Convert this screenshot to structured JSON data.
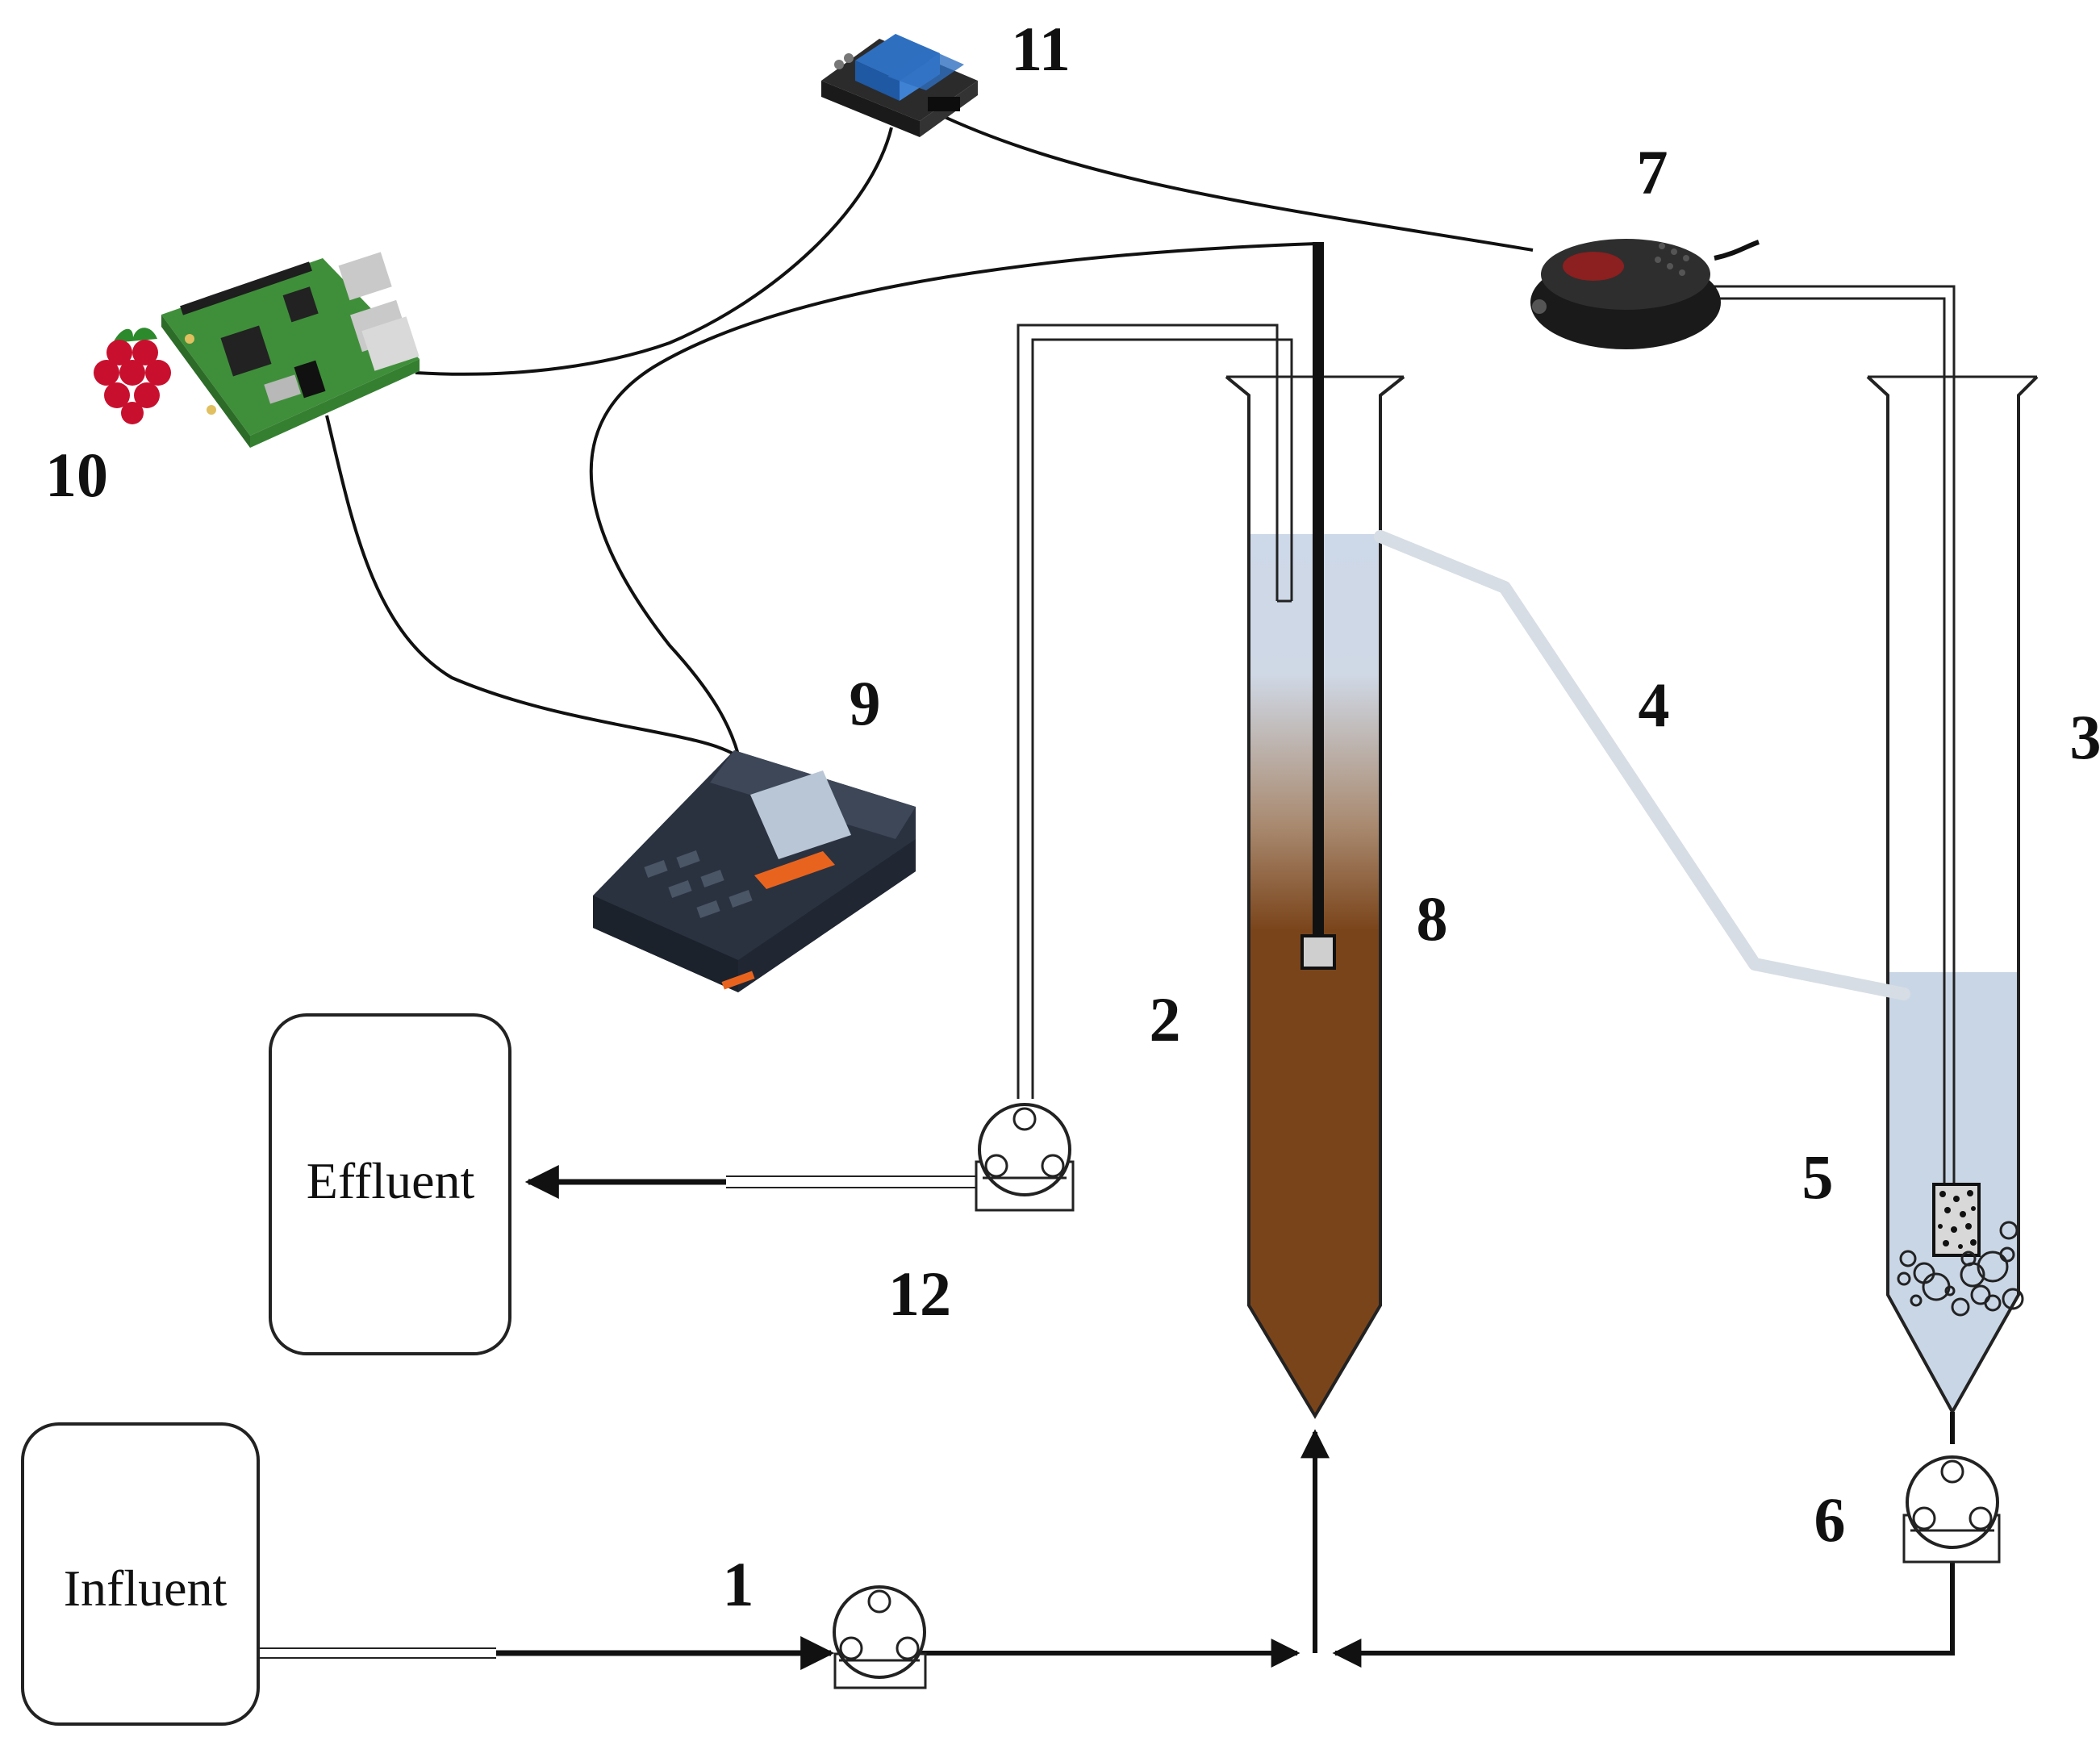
{
  "labels": {
    "pump_influent": "1",
    "reactor": "2",
    "aeration_column": "3",
    "overflow_tube": "4",
    "air_diffuser": "5",
    "recirculation_pump": "6",
    "air_pump": "7",
    "probe": "8",
    "meter": "9",
    "raspberry_pi": "10",
    "relay": "11",
    "effluent_pump": "12"
  },
  "tanks": {
    "effluent": "Effluent",
    "influent": "Influent"
  },
  "colors": {
    "sludge": "#7a441a",
    "water": "#c9d6e6",
    "pipe": "#111111",
    "overflow_tube": "#d6dde4",
    "pi_board": "#3f8f3a",
    "relay_board": "#2f6fc0",
    "raspberry_logo": "#c8102e",
    "meter_body": "#2a3240",
    "meter_accent": "#e8641e"
  },
  "icons": {
    "raspberry_logo": "raspberry-icon",
    "peristaltic_pump": "peristaltic-pump-icon"
  }
}
